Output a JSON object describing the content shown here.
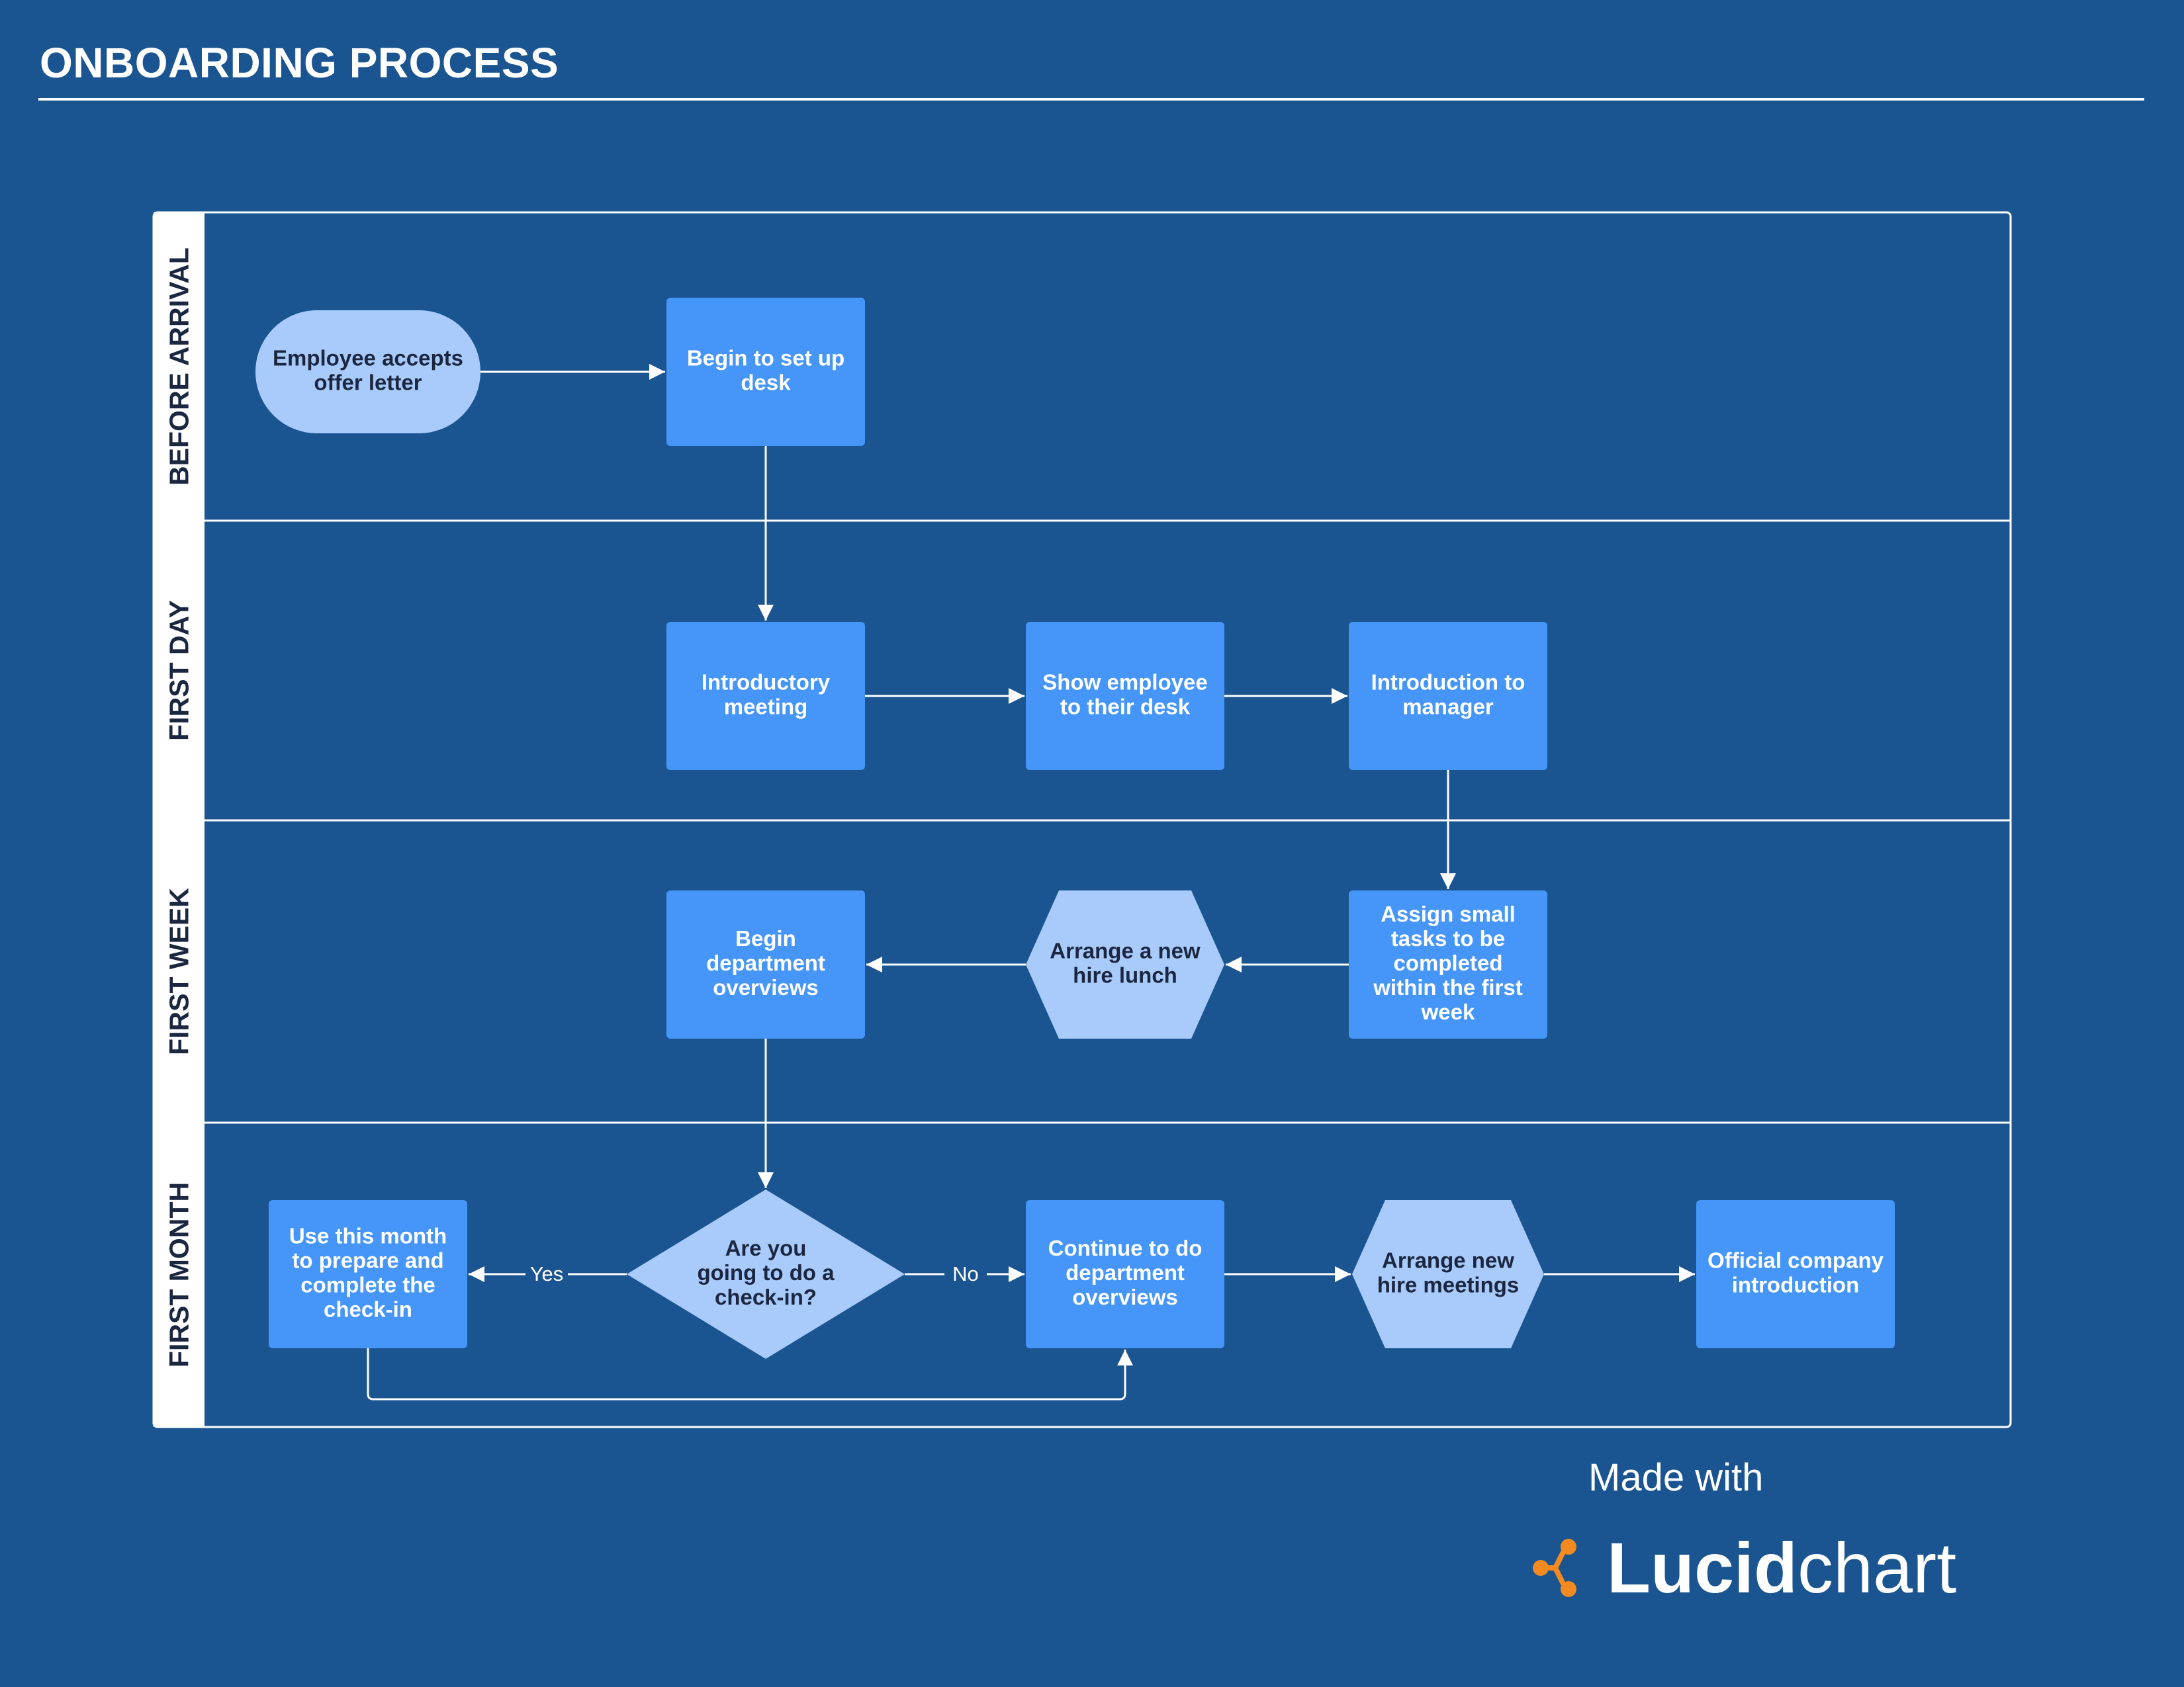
{
  "title": "ONBOARDING PROCESS",
  "colors": {
    "background": "#1b5591",
    "process_box": "#4596f8",
    "terminal_and_decision": "#a8cbfb",
    "lane_label_strip": "#ffffff",
    "lines": "#ffffff",
    "logo_orange": "#f28a1f"
  },
  "lanes": [
    {
      "id": "before-arrival",
      "label": "BEFORE ARRIVAL"
    },
    {
      "id": "first-day",
      "label": "FIRST DAY"
    },
    {
      "id": "first-week",
      "label": "FIRST WEEK"
    },
    {
      "id": "first-month",
      "label": "FIRST MONTH"
    }
  ],
  "nodes": [
    {
      "id": "accept-offer",
      "shape": "terminator",
      "lane": "before-arrival",
      "lines": [
        "Employee accepts",
        "offer letter"
      ]
    },
    {
      "id": "setup-desk",
      "shape": "process",
      "lane": "before-arrival",
      "lines": [
        "Begin to set up",
        "desk"
      ]
    },
    {
      "id": "intro-meeting",
      "shape": "process",
      "lane": "first-day",
      "lines": [
        "Introductory",
        "meeting"
      ]
    },
    {
      "id": "show-desk",
      "shape": "process",
      "lane": "first-day",
      "lines": [
        "Show employee",
        "to their desk"
      ]
    },
    {
      "id": "intro-manager",
      "shape": "process",
      "lane": "first-day",
      "lines": [
        "Introduction to",
        "manager"
      ]
    },
    {
      "id": "small-tasks",
      "shape": "process",
      "lane": "first-week",
      "lines": [
        "Assign small",
        "tasks to be",
        "completed",
        "within the first",
        "week"
      ]
    },
    {
      "id": "hire-lunch",
      "shape": "hexagon",
      "lane": "first-week",
      "lines": [
        "Arrange a new",
        "hire lunch"
      ]
    },
    {
      "id": "dept-overviews",
      "shape": "process",
      "lane": "first-week",
      "lines": [
        "Begin",
        "department",
        "overviews"
      ]
    },
    {
      "id": "checkin-decision",
      "shape": "decision",
      "lane": "first-month",
      "lines": [
        "Are you",
        "going to do a",
        "check-in?"
      ]
    },
    {
      "id": "prepare-checkin",
      "shape": "process",
      "lane": "first-month",
      "lines": [
        "Use this month",
        "to prepare and",
        "complete the",
        "check-in"
      ]
    },
    {
      "id": "continue-overviews",
      "shape": "process",
      "lane": "first-month",
      "lines": [
        "Continue to do",
        "department",
        "overviews"
      ]
    },
    {
      "id": "hire-meetings",
      "shape": "hexagon",
      "lane": "first-month",
      "lines": [
        "Arrange new",
        "hire meetings"
      ]
    },
    {
      "id": "company-intro",
      "shape": "process",
      "lane": "first-month",
      "lines": [
        "Official company",
        "introduction"
      ]
    }
  ],
  "edges": [
    {
      "from": "accept-offer",
      "to": "setup-desk",
      "label": ""
    },
    {
      "from": "setup-desk",
      "to": "intro-meeting",
      "label": ""
    },
    {
      "from": "intro-meeting",
      "to": "show-desk",
      "label": ""
    },
    {
      "from": "show-desk",
      "to": "intro-manager",
      "label": ""
    },
    {
      "from": "intro-manager",
      "to": "small-tasks",
      "label": ""
    },
    {
      "from": "small-tasks",
      "to": "hire-lunch",
      "label": ""
    },
    {
      "from": "hire-lunch",
      "to": "dept-overviews",
      "label": ""
    },
    {
      "from": "dept-overviews",
      "to": "checkin-decision",
      "label": ""
    },
    {
      "from": "checkin-decision",
      "to": "prepare-checkin",
      "label": "Yes"
    },
    {
      "from": "checkin-decision",
      "to": "continue-overviews",
      "label": "No"
    },
    {
      "from": "prepare-checkin",
      "to": "continue-overviews",
      "label": ""
    },
    {
      "from": "continue-overviews",
      "to": "hire-meetings",
      "label": ""
    },
    {
      "from": "hire-meetings",
      "to": "company-intro",
      "label": ""
    }
  ],
  "footer": {
    "made_with": "Made with",
    "logo_bold": "Lucid",
    "logo_regular": "chart",
    "logo_icon": "lucidchart-logo-icon"
  }
}
